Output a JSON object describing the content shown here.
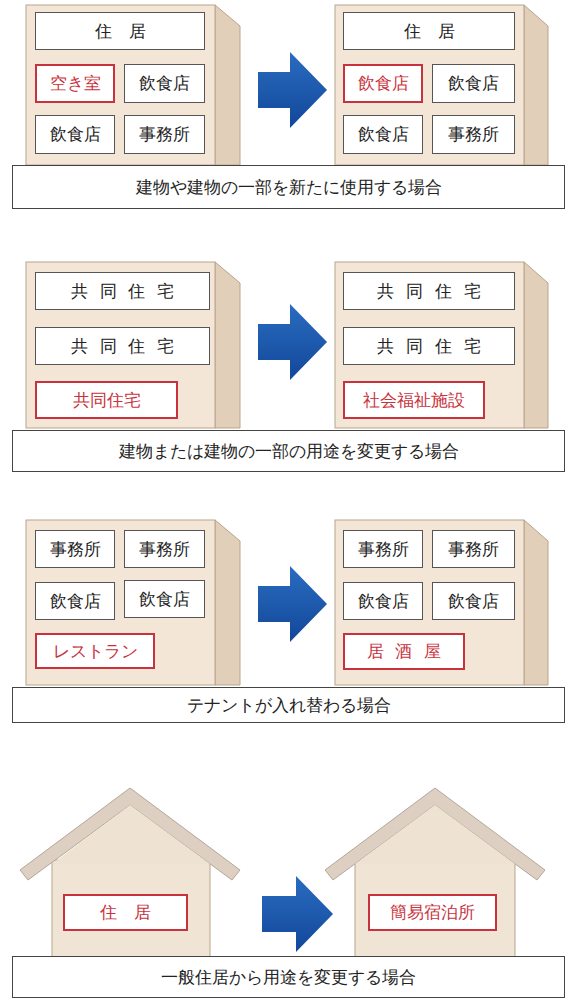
{
  "diagram": {
    "nodes": [
      {
        "text": [
          "住居"
        ]
      },
      {
        "text": [
          "空き室"
        ]
      },
      {
        "text": [
          "飲食店"
        ]
      },
      {
        "text": [
          "飲食店"
        ]
      },
      {
        "text": [
          "事務所"
        ]
      },
      {
        "text": [
          "住居"
        ]
      },
      {
        "text": [
          "飲食店"
        ]
      },
      {
        "text": [
          "飲食店"
        ]
      },
      {
        "text": [
          "飲食店"
        ]
      },
      {
        "text": [
          "事務所"
        ]
      },
      {
        "text": [
          "建物や建物の一部を新たに使用する場合"
        ]
      },
      {
        "text": [
          "共同住宅"
        ]
      },
      {
        "text": [
          "共同住宅"
        ]
      },
      {
        "text": [
          "共同住宅"
        ]
      },
      {
        "text": [
          "共同住宅"
        ]
      },
      {
        "text": [
          "共同住宅"
        ]
      },
      {
        "text": [
          "社会福祉施設"
        ]
      },
      {
        "text": [
          "建物または建物の一部の用途を変更する場合"
        ]
      },
      {
        "text": [
          "事務所"
        ]
      },
      {
        "text": [
          "事務所"
        ]
      },
      {
        "text": [
          "飲食店"
        ]
      },
      {
        "text": [
          "飲食店"
        ]
      },
      {
        "text": [
          "レストラン"
        ]
      },
      {
        "text": [
          "事務所"
        ]
      },
      {
        "text": [
          "事務所"
        ]
      },
      {
        "text": [
          "飲食店"
        ]
      },
      {
        "text": [
          "飲食店"
        ]
      },
      {
        "text": [
          "居酒屋"
        ]
      },
      {
        "text": [
          "テナントが入れ替わる場合"
        ]
      },
      {
        "text": [
          "住居"
        ]
      },
      {
        "text": [
          "簡易宿泊所"
        ]
      },
      {
        "text": [
          "一般住居から用途を変更する場合"
        ]
      }
    ]
  }
}
